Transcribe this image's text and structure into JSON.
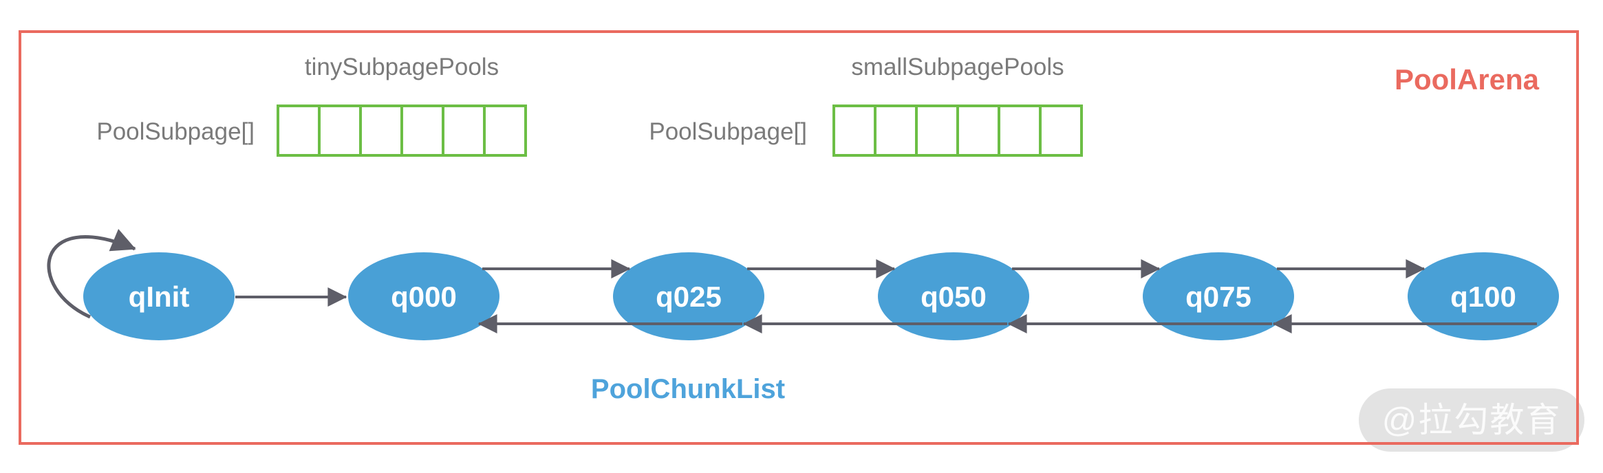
{
  "arena": {
    "title": "PoolArena"
  },
  "subpage_pools": [
    {
      "label": "tinySubpagePools",
      "array_label": "PoolSubpage[]",
      "cells": 6
    },
    {
      "label": "smallSubpagePools",
      "array_label": "PoolSubpage[]",
      "cells": 6
    }
  ],
  "chunk_list": {
    "label": "PoolChunkList",
    "nodes": [
      {
        "label": "qInit"
      },
      {
        "label": "q000"
      },
      {
        "label": "q025"
      },
      {
        "label": "q050"
      },
      {
        "label": "q075"
      },
      {
        "label": "q100"
      }
    ],
    "links": [
      {
        "from": "qInit",
        "to": "qInit",
        "type": "self-loop"
      },
      {
        "from": "qInit",
        "to": "q000",
        "type": "forward"
      },
      {
        "from": "q000",
        "to": "q025",
        "type": "forward"
      },
      {
        "from": "q025",
        "to": "q000",
        "type": "backward"
      },
      {
        "from": "q025",
        "to": "q050",
        "type": "forward"
      },
      {
        "from": "q050",
        "to": "q025",
        "type": "backward"
      },
      {
        "from": "q050",
        "to": "q075",
        "type": "forward"
      },
      {
        "from": "q075",
        "to": "q050",
        "type": "backward"
      },
      {
        "from": "q075",
        "to": "q100",
        "type": "forward"
      },
      {
        "from": "q100",
        "to": "q075",
        "type": "backward"
      }
    ]
  },
  "watermark": {
    "text": "@拉勾教育"
  },
  "colors": {
    "arena_red": "#ea6a5f",
    "grid_green": "#6cbe45",
    "node_blue": "#49a0d6",
    "arrow_gray": "#5e5e68",
    "label_gray": "#7a7a7a",
    "chunklist_blue": "#4ea3db",
    "watermark_bg": "#e3e3e3",
    "watermark_text": "#fbfbfb"
  }
}
